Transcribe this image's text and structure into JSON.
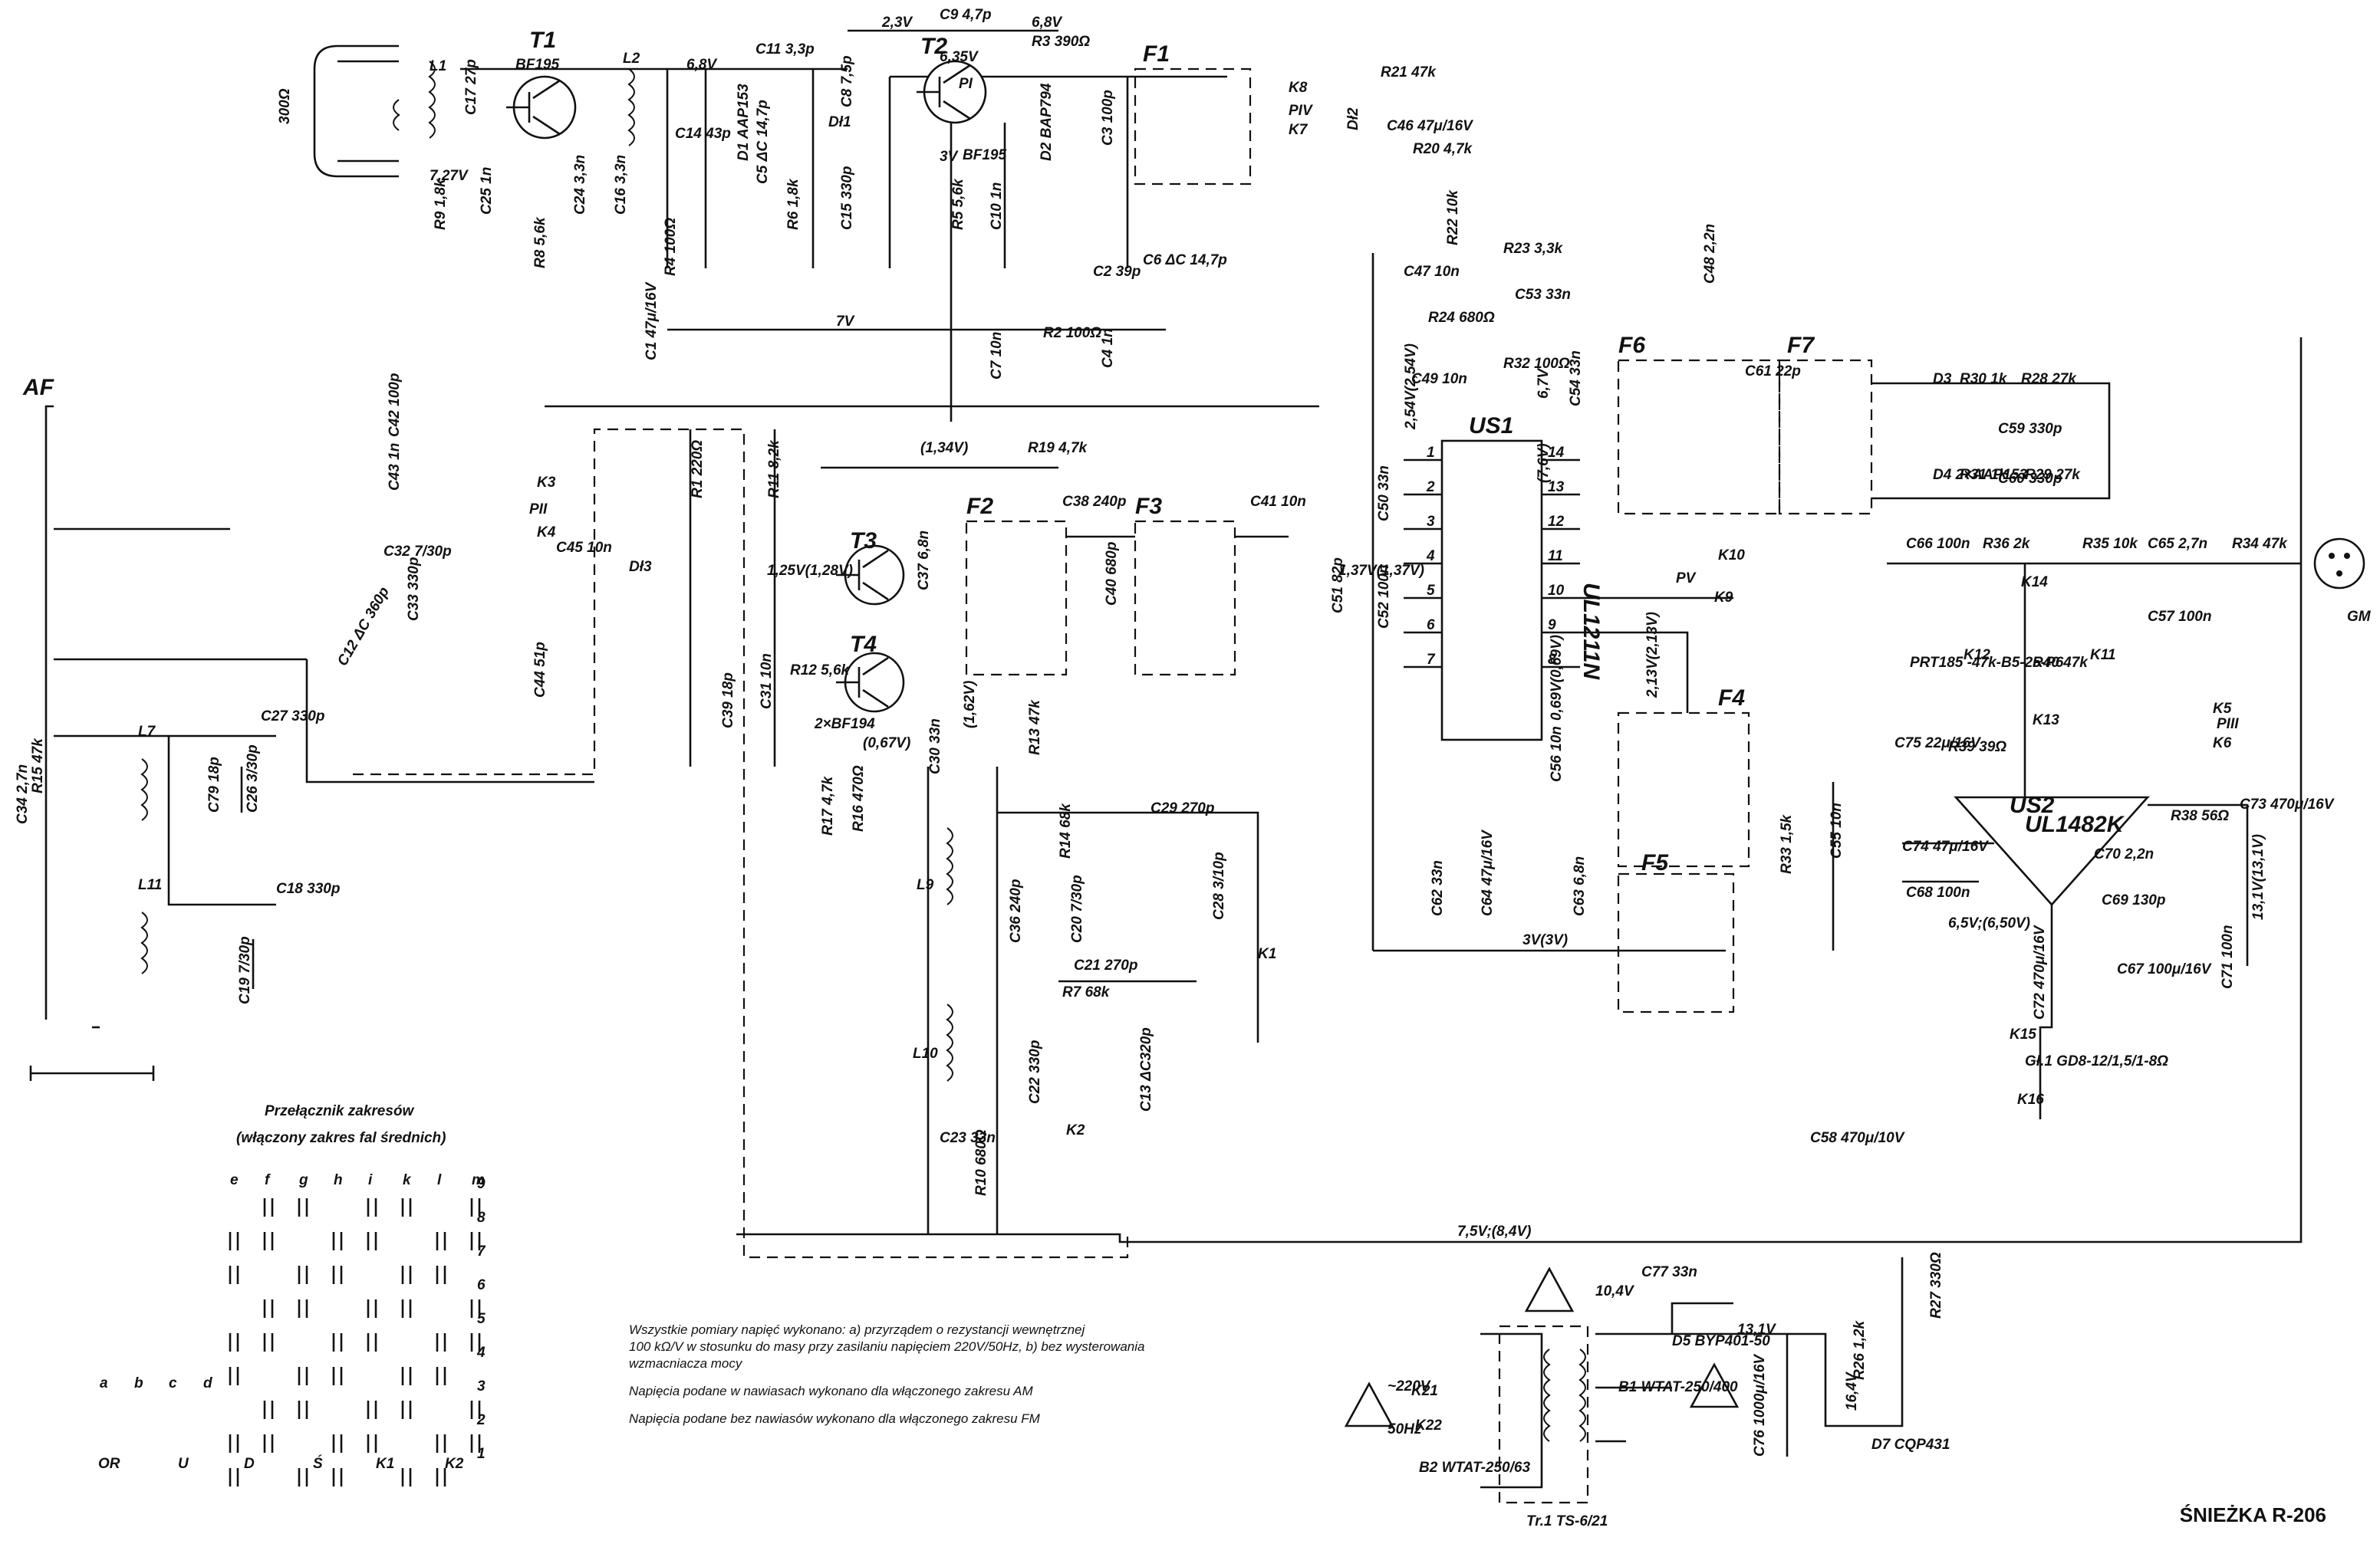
{
  "title": "ŚNIEŻKA R-206",
  "antenna": {
    "impedance": "300Ω",
    "af_label": "AF"
  },
  "transistors": [
    {
      "ref": "T1",
      "type": "BF195"
    },
    {
      "ref": "T2",
      "type": "BF195"
    },
    {
      "ref": "T3",
      "type": ""
    },
    {
      "ref": "T4",
      "type": ""
    },
    {
      "ref": "T3T4",
      "type": "2×BF194"
    }
  ],
  "ics": [
    {
      "ref": "US1",
      "type": "UL1211N",
      "pins_left": [
        "1",
        "2",
        "3",
        "4",
        "5",
        "6",
        "7"
      ],
      "pins_right": [
        "14",
        "13",
        "12",
        "11",
        "10",
        "9",
        "8"
      ]
    },
    {
      "ref": "US2",
      "type": "UL1482K"
    }
  ],
  "filters": [
    "F1",
    "F2",
    "F3",
    "F4",
    "F5",
    "F6",
    "F7"
  ],
  "voltages": [
    "6,8V",
    "2,3V",
    "6,8V",
    "7,27V",
    "7V",
    "3V",
    "6,35V",
    "(1,34V)",
    "1,25V(1,28V)",
    "(1,62V)",
    "(0,67V)",
    "1,37V(1,37V)",
    "2,54V(2,54V)",
    "6,7V",
    "(7,6V)",
    "0,69V(0,69V)",
    "2,13V(2,13V)",
    "3V(3V)",
    "7,5V;(8,4V)",
    "6,5V;(6,50V)",
    "13,1V(13,1V)",
    "10,4V",
    "13,1V",
    "16,4V"
  ],
  "resistors": [
    {
      "ref": "R1",
      "val": "220Ω"
    },
    {
      "ref": "R2",
      "val": "100Ω"
    },
    {
      "ref": "R3",
      "val": "390Ω"
    },
    {
      "ref": "R4",
      "val": "100Ω"
    },
    {
      "ref": "R5",
      "val": "5,6k"
    },
    {
      "ref": "R6",
      "val": "1,8k"
    },
    {
      "ref": "R7",
      "val": "68k"
    },
    {
      "ref": "R8",
      "val": "5,6k"
    },
    {
      "ref": "R9",
      "val": "1,8k"
    },
    {
      "ref": "R10",
      "val": "680Ω"
    },
    {
      "ref": "R11",
      "val": "8,2k"
    },
    {
      "ref": "R12",
      "val": "5,6k"
    },
    {
      "ref": "R13",
      "val": "47k"
    },
    {
      "ref": "R14",
      "val": "68k"
    },
    {
      "ref": "R15",
      "val": "47k"
    },
    {
      "ref": "R16",
      "val": "470Ω"
    },
    {
      "ref": "R17",
      "val": "4,7k"
    },
    {
      "ref": "R19",
      "val": "4,7k"
    },
    {
      "ref": "R20",
      "val": "4,7k"
    },
    {
      "ref": "R21",
      "val": "47k"
    },
    {
      "ref": "R22",
      "val": "10k"
    },
    {
      "ref": "R23",
      "val": "3,3k"
    },
    {
      "ref": "R24",
      "val": "680Ω"
    },
    {
      "ref": "R26",
      "val": "1,2k"
    },
    {
      "ref": "R27",
      "val": "330Ω"
    },
    {
      "ref": "R28",
      "val": "27k"
    },
    {
      "ref": "R29",
      "val": "27k"
    },
    {
      "ref": "R30",
      "val": "1k"
    },
    {
      "ref": "R31",
      "val": "1k"
    },
    {
      "ref": "R32",
      "val": "100Ω"
    },
    {
      "ref": "R33",
      "val": "1,5k"
    },
    {
      "ref": "R34",
      "val": "47k"
    },
    {
      "ref": "R35",
      "val": "10k"
    },
    {
      "ref": "R36",
      "val": "2k"
    },
    {
      "ref": "R38",
      "val": "56Ω"
    },
    {
      "ref": "R39",
      "val": "39Ω"
    },
    {
      "ref": "R40",
      "val": "47k"
    }
  ],
  "capacitors": [
    {
      "ref": "C1",
      "val": "47μ/16V"
    },
    {
      "ref": "C2",
      "val": "39p"
    },
    {
      "ref": "C3",
      "val": "100p"
    },
    {
      "ref": "C4",
      "val": "1n"
    },
    {
      "ref": "C5",
      "val": "ΔC 14,7p"
    },
    {
      "ref": "C6",
      "val": "ΔC 14,7p"
    },
    {
      "ref": "C7",
      "val": "10n"
    },
    {
      "ref": "C8",
      "val": "7,5p"
    },
    {
      "ref": "C9",
      "val": "4,7p"
    },
    {
      "ref": "C10",
      "val": "1n"
    },
    {
      "ref": "C11",
      "val": "3,3p"
    },
    {
      "ref": "C12",
      "val": "ΔC 360p"
    },
    {
      "ref": "C13",
      "val": "ΔC320p"
    },
    {
      "ref": "C14",
      "val": "43p"
    },
    {
      "ref": "C15",
      "val": "330p"
    },
    {
      "ref": "C16",
      "val": "3,3n"
    },
    {
      "ref": "C17",
      "val": "27p"
    },
    {
      "ref": "C18",
      "val": "330p"
    },
    {
      "ref": "C19",
      "val": "7/30p"
    },
    {
      "ref": "C20",
      "val": "7/30p"
    },
    {
      "ref": "C21",
      "val": "270p"
    },
    {
      "ref": "C22",
      "val": "330p"
    },
    {
      "ref": "C23",
      "val": "33n"
    },
    {
      "ref": "C24",
      "val": "3,3n"
    },
    {
      "ref": "C25",
      "val": "1n"
    },
    {
      "ref": "C26",
      "val": "3/30p"
    },
    {
      "ref": "C27",
      "val": "330p"
    },
    {
      "ref": "C28",
      "val": "3/10p"
    },
    {
      "ref": "C29",
      "val": "270p"
    },
    {
      "ref": "C30",
      "val": "33n"
    },
    {
      "ref": "C31",
      "val": "10n"
    },
    {
      "ref": "C32",
      "val": "7/30p"
    },
    {
      "ref": "C33",
      "val": "330p"
    },
    {
      "ref": "C34",
      "val": "2,7n"
    },
    {
      "ref": "C36",
      "val": "240p"
    },
    {
      "ref": "C37",
      "val": "6,8n"
    },
    {
      "ref": "C38",
      "val": "240p"
    },
    {
      "ref": "C39",
      "val": "18p"
    },
    {
      "ref": "C40",
      "val": "680p"
    },
    {
      "ref": "C41",
      "val": "10n"
    },
    {
      "ref": "C42",
      "val": "100p"
    },
    {
      "ref": "C43",
      "val": "1n"
    },
    {
      "ref": "C44",
      "val": "51p"
    },
    {
      "ref": "C45",
      "val": "10n"
    },
    {
      "ref": "C46",
      "val": "47μ/16V"
    },
    {
      "ref": "C47",
      "val": "10n"
    },
    {
      "ref": "C48",
      "val": "2,2n"
    },
    {
      "ref": "C49",
      "val": "10n"
    },
    {
      "ref": "C50",
      "val": "33n"
    },
    {
      "ref": "C51",
      "val": "82p"
    },
    {
      "ref": "C52",
      "val": "100n"
    },
    {
      "ref": "C53",
      "val": "33n"
    },
    {
      "ref": "C54",
      "val": "33n"
    },
    {
      "ref": "C55",
      "val": "10n"
    },
    {
      "ref": "C56",
      "val": "10n"
    },
    {
      "ref": "C57",
      "val": "100n"
    },
    {
      "ref": "C58",
      "val": "470μ/10V"
    },
    {
      "ref": "C59",
      "val": "330p"
    },
    {
      "ref": "C60",
      "val": "330p"
    },
    {
      "ref": "C61",
      "val": "22p"
    },
    {
      "ref": "C62",
      "val": "33n"
    },
    {
      "ref": "C63",
      "val": "6,8n"
    },
    {
      "ref": "C64",
      "val": "47μ/16V"
    },
    {
      "ref": "C65",
      "val": "2,7n"
    },
    {
      "ref": "C66",
      "val": "100n"
    },
    {
      "ref": "C67",
      "val": "100μ/16V"
    },
    {
      "ref": "C68",
      "val": "100n"
    },
    {
      "ref": "C69",
      "val": "130p"
    },
    {
      "ref": "C70",
      "val": "2,2n"
    },
    {
      "ref": "C71",
      "val": "100n"
    },
    {
      "ref": "C72",
      "val": "470μ/16V"
    },
    {
      "ref": "C73",
      "val": "470μ/16V"
    },
    {
      "ref": "C74",
      "val": "47μ/16V"
    },
    {
      "ref": "C75",
      "val": "22μ/16V"
    },
    {
      "ref": "C76",
      "val": "1000μ/16V"
    },
    {
      "ref": "C77",
      "val": "33n"
    },
    {
      "ref": "C79",
      "val": "18p"
    }
  ],
  "diodes": [
    {
      "ref": "D1",
      "val": "AAP153"
    },
    {
      "ref": "D2",
      "val": "BAP794"
    },
    {
      "ref": "D3",
      "val": ""
    },
    {
      "ref": "D4",
      "val": "2×AAP153"
    },
    {
      "ref": "D5",
      "val": "BYP401-50"
    },
    {
      "ref": "D7",
      "val": "CQP431"
    }
  ],
  "misc": [
    {
      "ref": "Dł1",
      "val": ""
    },
    {
      "ref": "Dł2",
      "val": ""
    },
    {
      "ref": "Dł3",
      "val": ""
    },
    {
      "ref": "B1",
      "val": "WTAT-250/400"
    },
    {
      "ref": "B2",
      "val": "WTAT-250/63"
    },
    {
      "ref": "Tr.1",
      "val": "TS-6/21"
    },
    {
      "ref": "Gł.1",
      "val": "GD8-12/1,5/1-8Ω"
    },
    {
      "ref": "GM",
      "val": ""
    },
    {
      "ref": "PRT185",
      "val": "-47k-B5-25-P6"
    }
  ],
  "mains": {
    "voltage": "~220V",
    "freq": "50Hz"
  },
  "switch_panel": {
    "heading": "Przełącznik zakresów",
    "subheading": "(włączony zakres fal średnich)",
    "columns_top": [
      "e",
      "f",
      "g",
      "h",
      "i",
      "k",
      "l",
      "m"
    ],
    "columns_bottom": [
      "a",
      "b",
      "c",
      "d"
    ],
    "labels_bottom": [
      "OR",
      "U",
      "D",
      "Ś",
      "K1",
      "K2"
    ],
    "row_numbers": [
      "9",
      "8",
      "7",
      "6",
      "5",
      "4",
      "3",
      "2",
      "1"
    ]
  },
  "notes": [
    "Wszystkie pomiary napięć wykonano: a) przyrządem o rezystancji wewnętrznej",
    "100 kΩ/V w stosunku do masy przy zasilaniu napięciem 220V/50Hz, b) bez wysterowania",
    "wzmacniacza mocy",
    "Napięcia podane w nawiasach wykonano dla włączonego zakresu AM",
    "Napięcia podane bez nawiasów wykonano dla włączonego zakresu FM"
  ],
  "terminals": [
    "K1",
    "K2",
    "K3",
    "K4",
    "K5",
    "K6",
    "K7",
    "K8",
    "K9",
    "K10",
    "K11",
    "K12",
    "K13",
    "K14",
    "K15",
    "K16",
    "K21",
    "K22",
    "PI",
    "PII",
    "PIII",
    "PIV",
    "PV"
  ]
}
